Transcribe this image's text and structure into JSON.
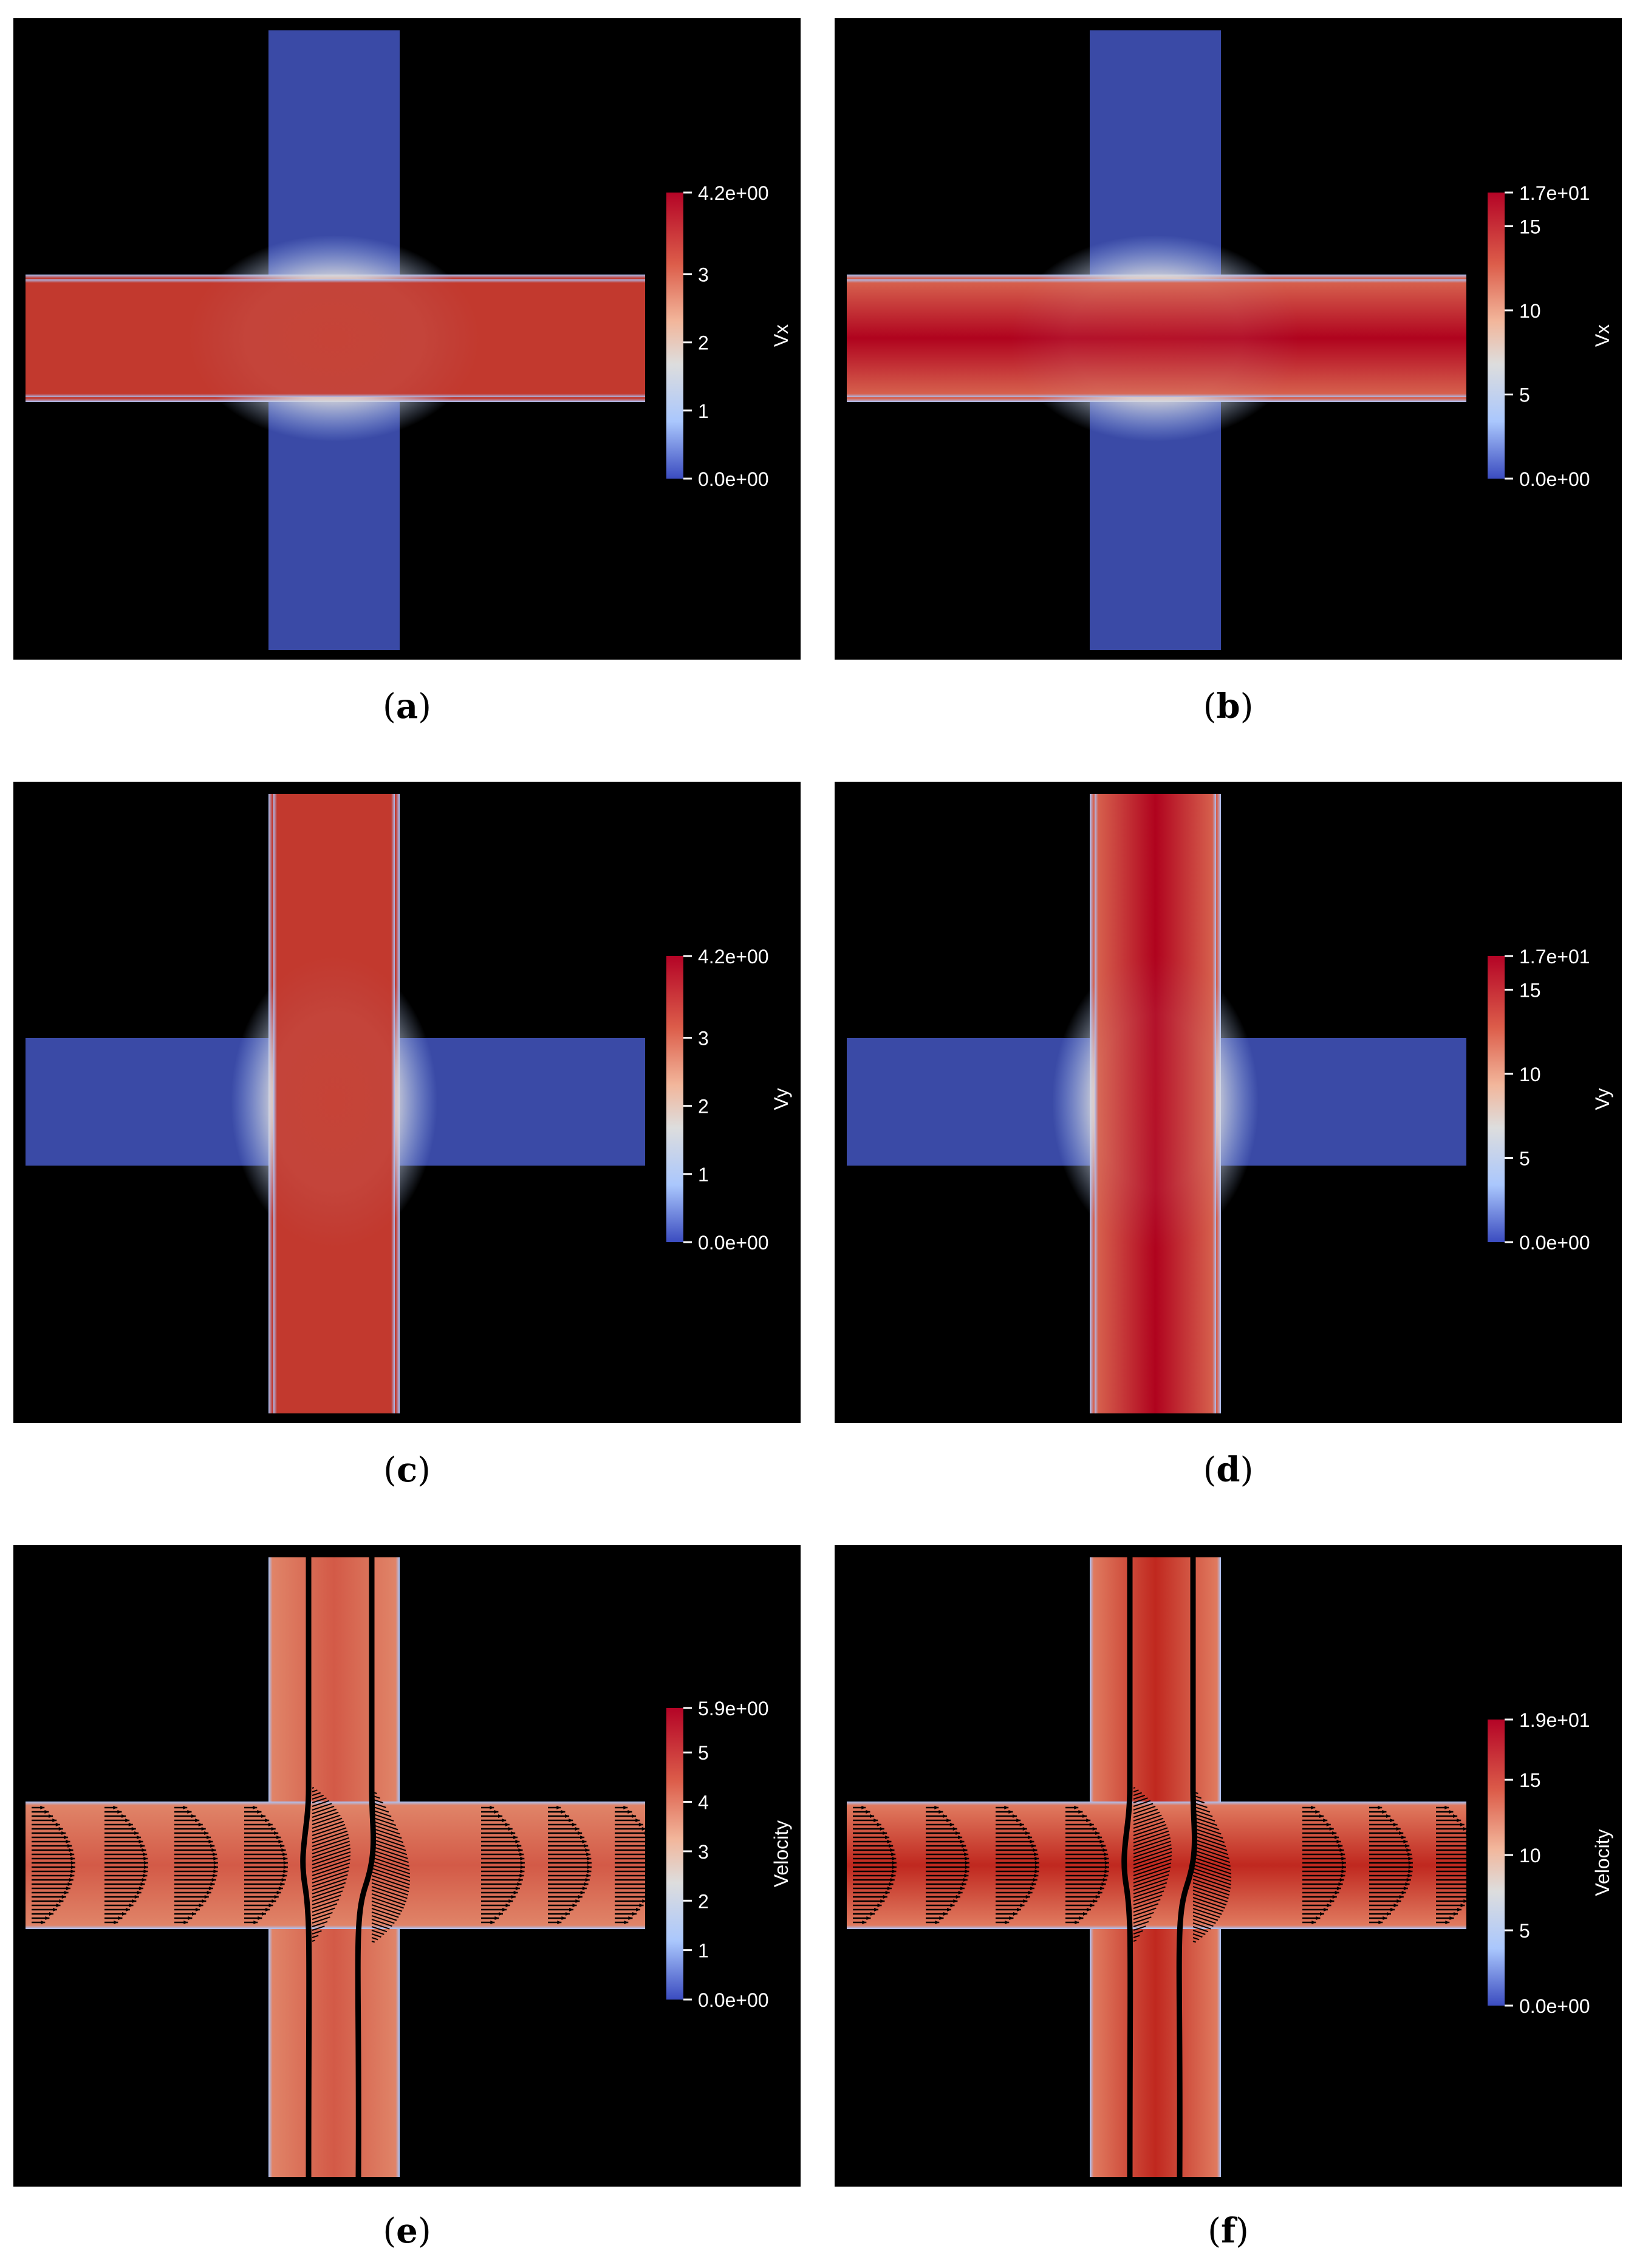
{
  "colormap": {
    "top": "#b40426",
    "upper": "#dc5d4a",
    "mid_high": "#f2b69b",
    "mid": "#dddddd",
    "mid_low": "#aac7fd",
    "bottom": "#3b4cc0",
    "background": "#000000",
    "zero_color": "#3a4aa6"
  },
  "panels": [
    {
      "id": "a",
      "caption": "a",
      "orientation": "horizontal",
      "variable": "Vx",
      "field_max_label": "4.2e+00",
      "field_min_label": "0.0e+00",
      "range": [
        0,
        4.2
      ],
      "ticks": [
        "4.2e+00",
        "3",
        "2",
        "1",
        "0.0e+00"
      ],
      "tick_values": [
        4.2,
        3,
        2,
        1,
        0
      ],
      "main_channel_color": "#c2392e",
      "centerline_color": "#c2392e",
      "streamlines": false
    },
    {
      "id": "b",
      "caption": "b",
      "orientation": "horizontal",
      "variable": "Vx",
      "field_max_label": "1.7e+01",
      "field_min_label": "0.0e+00",
      "range": [
        0,
        17
      ],
      "ticks": [
        "1.7e+01",
        "15",
        "10",
        "5",
        "0.0e+00"
      ],
      "tick_values": [
        17,
        15,
        10,
        5,
        0
      ],
      "main_channel_color": "#d6604d",
      "centerline_color": "#b0031e",
      "streamlines": false
    },
    {
      "id": "c",
      "caption": "c",
      "orientation": "vertical",
      "variable": "Vy",
      "field_max_label": "4.2e+00",
      "field_min_label": "0.0e+00",
      "range": [
        0,
        4.2
      ],
      "ticks": [
        "4.2e+00",
        "3",
        "2",
        "1",
        "0.0e+00"
      ],
      "tick_values": [
        4.2,
        3,
        2,
        1,
        0
      ],
      "main_channel_color": "#c2392e",
      "centerline_color": "#c2392e",
      "streamlines": false
    },
    {
      "id": "d",
      "caption": "d",
      "orientation": "vertical",
      "variable": "Vy",
      "field_max_label": "1.7e+01",
      "field_min_label": "0.0e+00",
      "range": [
        0,
        17
      ],
      "ticks": [
        "1.7e+01",
        "15",
        "10",
        "5",
        "0.0e+00"
      ],
      "tick_values": [
        17,
        15,
        10,
        5,
        0
      ],
      "main_channel_color": "#d6604d",
      "centerline_color": "#b0031e",
      "streamlines": false
    },
    {
      "id": "e",
      "caption": "e",
      "orientation": "both",
      "variable": "Velocity",
      "field_max_label": "5.9e+00",
      "field_min_label": "0.0e+00",
      "range": [
        0,
        5.9
      ],
      "ticks": [
        "5.9e+00",
        "5",
        "4",
        "3",
        "2",
        "1",
        "0.0e+00"
      ],
      "tick_values": [
        5.9,
        5,
        4,
        3,
        2,
        1,
        0
      ],
      "main_channel_color": "#e08468",
      "centerline_color": "#d35a47",
      "streamlines": true
    },
    {
      "id": "f",
      "caption": "f",
      "orientation": "both",
      "variable": "Velocity",
      "field_max_label": "1.9e+01",
      "field_min_label": "0.0e+00",
      "range": [
        0,
        19
      ],
      "ticks": [
        "1.9e+01",
        "15",
        "10",
        "5",
        "0.0e+00"
      ],
      "tick_values": [
        19,
        15,
        10,
        5,
        0
      ],
      "main_channel_color": "#e07a5f",
      "centerline_color": "#c0281f",
      "streamlines": true
    }
  ]
}
